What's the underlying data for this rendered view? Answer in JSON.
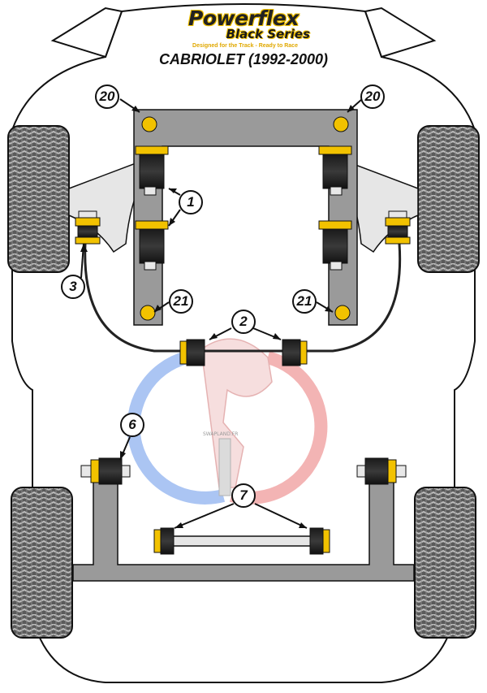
{
  "brand": {
    "name": "Powerflex",
    "series": "Black Series",
    "tagline": "Designed for the Track - Ready to Race"
  },
  "title": "CABRIOLET (1992-2000)",
  "watermark": "SWAPLAND.FR",
  "callouts": {
    "c20_left": "20",
    "c20_right": "20",
    "c1": "1",
    "c3": "3",
    "c21_left": "21",
    "c21_right": "21",
    "c2": "2",
    "c6": "6",
    "c7": "7"
  },
  "colors": {
    "bush_yellow": "#f2c200",
    "bush_black": "#1a1a1a",
    "frame_grey": "#9a9a9a",
    "arm_silver": "#e6e6e6",
    "watermark_red": "#e23a3a",
    "watermark_blue": "#3b7be0",
    "outline": "#111111"
  }
}
